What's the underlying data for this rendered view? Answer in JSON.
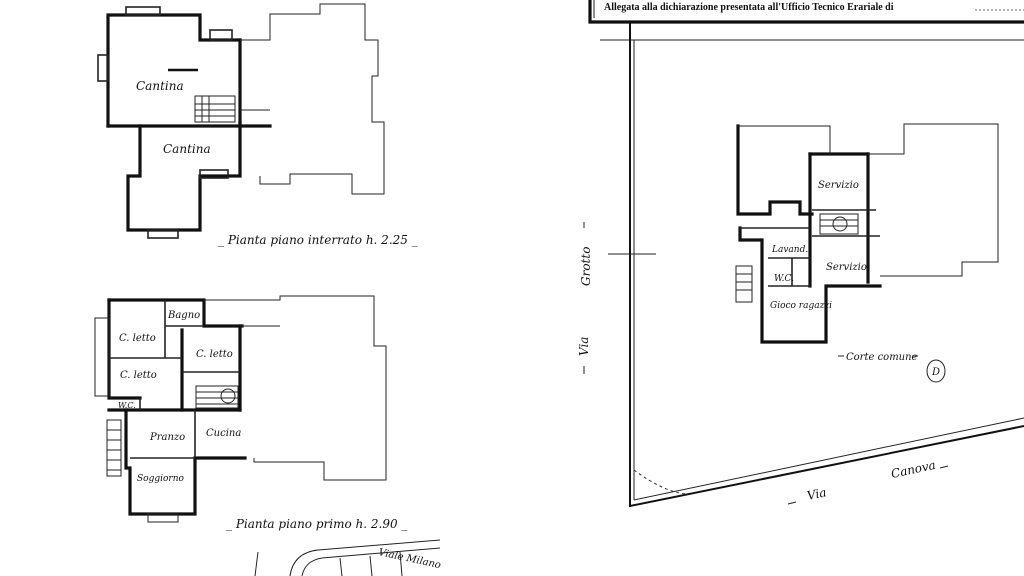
{
  "header": {
    "text": "Allegata alla dichiarazione presentata all'Ufficio Tecnico Erariale di"
  },
  "basement": {
    "rooms": [
      "Cantina",
      "Cantina"
    ],
    "caption": "_ Pianta piano interrato h. 2.25 _"
  },
  "first_floor": {
    "rooms": [
      "C. letto",
      "C. letto",
      "Bagno",
      "C. letto",
      "W.C.",
      "Pranzo",
      "Cucina",
      "Soggiorno"
    ],
    "caption": "_ Pianta piano primo h. 2.90 _"
  },
  "ground_floor": {
    "rooms": [
      "Servizio",
      "Lavand.",
      "W.C.",
      "Servizio",
      "Gioco ragazzi"
    ],
    "courtyard": "Corte comune",
    "mark": "D"
  },
  "streets": {
    "grotto_via": "Via",
    "grotto_name": "Grotto",
    "canova_via": "Via",
    "canova_name": "Canova",
    "milano": "Viale Milano"
  }
}
